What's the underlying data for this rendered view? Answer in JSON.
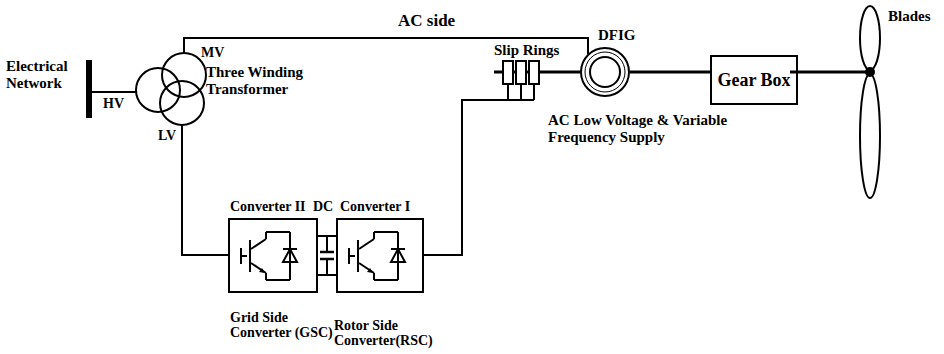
{
  "diagram": {
    "nodes": [
      {
        "text": [
          "DFIG"
        ]
      },
      {
        "text": [
          "Gear Box"
        ]
      },
      {
        "text": [
          "Converter II",
          "Grid Side Converter (GSC)"
        ]
      },
      {
        "text": [
          "Converter I",
          "Rotor Side Converter(RSC)"
        ]
      }
    ],
    "edges": [
      {
        "from": 0,
        "to": 1,
        "arrow": "none"
      },
      {
        "from": 2,
        "to": 3,
        "arrow": "none"
      }
    ],
    "labels": [
      "AC side",
      "Electrical Network",
      "HV",
      "MV",
      "Three Winding Transformer",
      "LV",
      "Slip Rings",
      "AC Low Voltage & Variable Frequency Supply",
      "DC",
      "Blades"
    ]
  }
}
